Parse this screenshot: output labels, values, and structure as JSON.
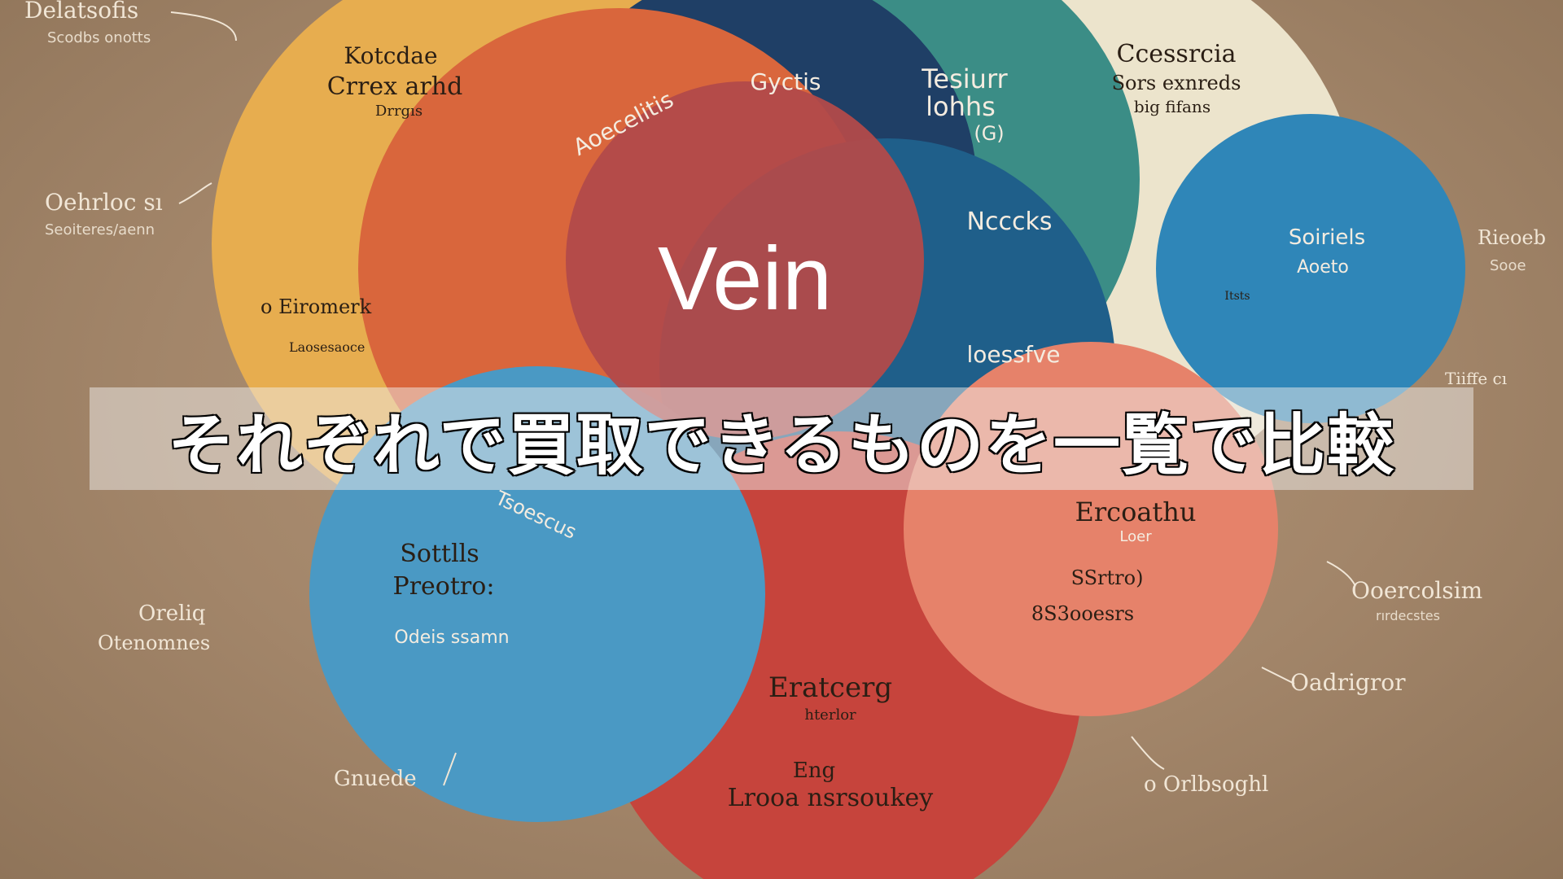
{
  "banner": {
    "title": "それぞれで買取できるものを一覧で比較"
  },
  "center": {
    "label": "Vein"
  },
  "colors": {
    "yellow": "#e7ad4f",
    "orange": "#d9663c",
    "navy": "#1f3f66",
    "teal": "#3b8d86",
    "cream": "#ece4cc",
    "blue_right": "#2f86b8",
    "light_blue": "#4a99c4",
    "salmon": "#e6826a",
    "red": "#c6443c",
    "center": "#b24a4a"
  },
  "circles": {
    "yellow": {
      "title1": "Kotcdae",
      "title2": "Crrex arhd",
      "sub": "Drrgıs"
    },
    "orange": {
      "title": "Aoecelitis"
    },
    "navy": {
      "title": "Gyctis"
    },
    "teal": {
      "title1": "Tesiurr",
      "title2": "lohhs",
      "sub": "(G)",
      "extra": "Ncccks"
    },
    "cream": {
      "title1": "Ccessrcia",
      "title2": "Sors exnreds",
      "sub": "big fifans",
      "small": "Itsts"
    },
    "blue_right": {
      "title1": "Soiriels",
      "title2": "Aoeto"
    },
    "light_blue": {
      "title1": "Sottlls",
      "title2": "Preotro:",
      "sub": "Odeis ssamn"
    },
    "salmon": {
      "title": "Ercoathu",
      "sub": "Loer",
      "extra1": "SSrtro)",
      "extra2": "8S3ooesrs"
    },
    "red": {
      "title": "Eratcerg",
      "sub": "hterlor",
      "extra1": "Eng",
      "extra2": "Lrooa nsrsoukey"
    },
    "navy_lower": {
      "title": "loessfve"
    },
    "orange_lower": {
      "title": "Tsoescus"
    }
  },
  "side_labels": {
    "top_left": {
      "title": "Delatsofis",
      "sub": "Scodbs onotts"
    },
    "left_mid": {
      "title": "Oehrloc sı",
      "sub": "Seoiteres/aenn"
    },
    "left_inner": {
      "title": "o Eiromerk",
      "sub": "Laosesaoce"
    },
    "left_low": {
      "title1": "Oreliq",
      "title2": "Otenomnes"
    },
    "bottom_left": {
      "title": "Gnuede"
    },
    "right_top": {
      "title": "Rieoeb",
      "sub": "Sooe"
    },
    "right_mid": {
      "title": "Tiiffe cı"
    },
    "right_low": {
      "title": "Ooercolsim",
      "sub": "rırdecstes"
    },
    "right_lower": {
      "title": "Oadrigror"
    },
    "bottom_right": {
      "title": "o Orlbsoghl"
    }
  }
}
